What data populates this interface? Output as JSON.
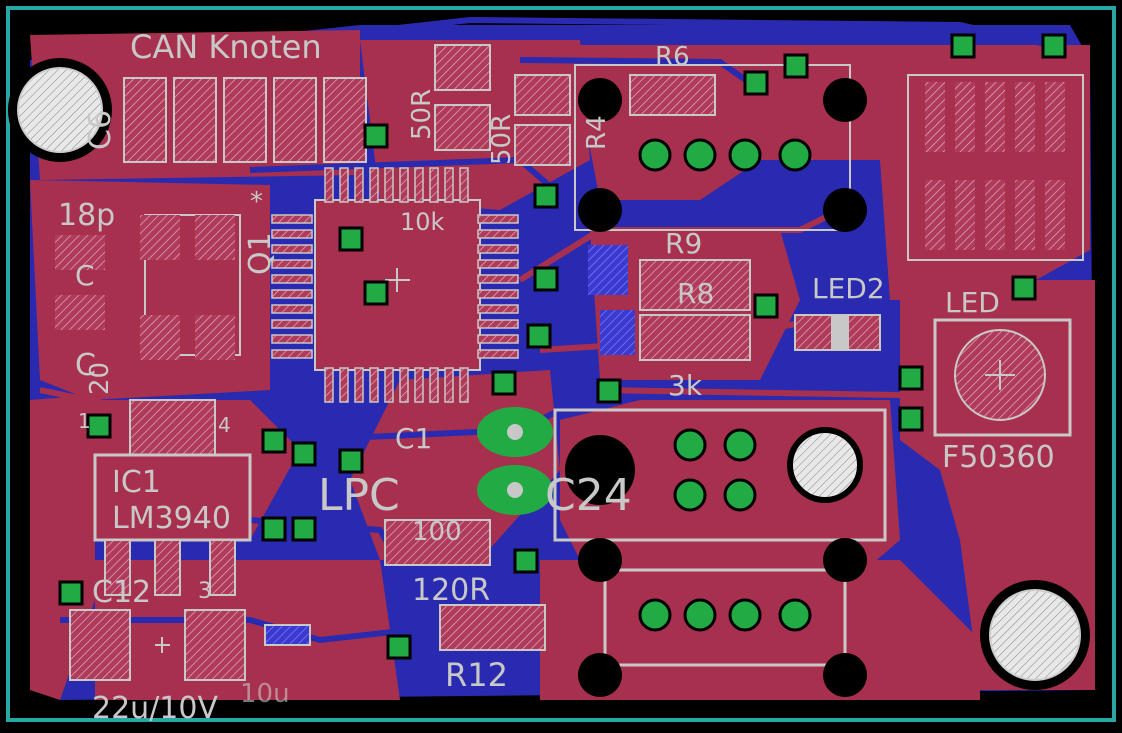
{
  "board": {
    "title": "CAN Knoten",
    "colors": {
      "background": "#000000",
      "outline": "#2aa6a6",
      "top_copper": "#a8304f",
      "bottom_copper": "#2a2ab0",
      "via_fill": "#22aa44",
      "silk": "#c8c8c8",
      "pad": "#b03a5a"
    },
    "labels": {
      "c6": "C6",
      "c18p": "18p",
      "c_left_a": "C",
      "c_left_b": "C",
      "c20": "20",
      "q1": "Q1",
      "r6": "R6",
      "r4": "R4",
      "r50a": "50R",
      "r50b": "50R",
      "r10k": "10k",
      "r9": "R9",
      "r8": "R8",
      "r3k": "3k",
      "led2": "LED2",
      "led": "LED",
      "f50360": "F50360",
      "c1": "C1",
      "lpc": "LPC",
      "c24": "C24",
      "ic1": "IC1",
      "lm3940": "LM3940",
      "c12": "C12",
      "c3": "3",
      "r100": "100",
      "r120": "120R",
      "r12": "R12",
      "c22u": "22u/10V",
      "c10u": "10u",
      "n4": "4",
      "n1": "1",
      "star": "*"
    }
  }
}
